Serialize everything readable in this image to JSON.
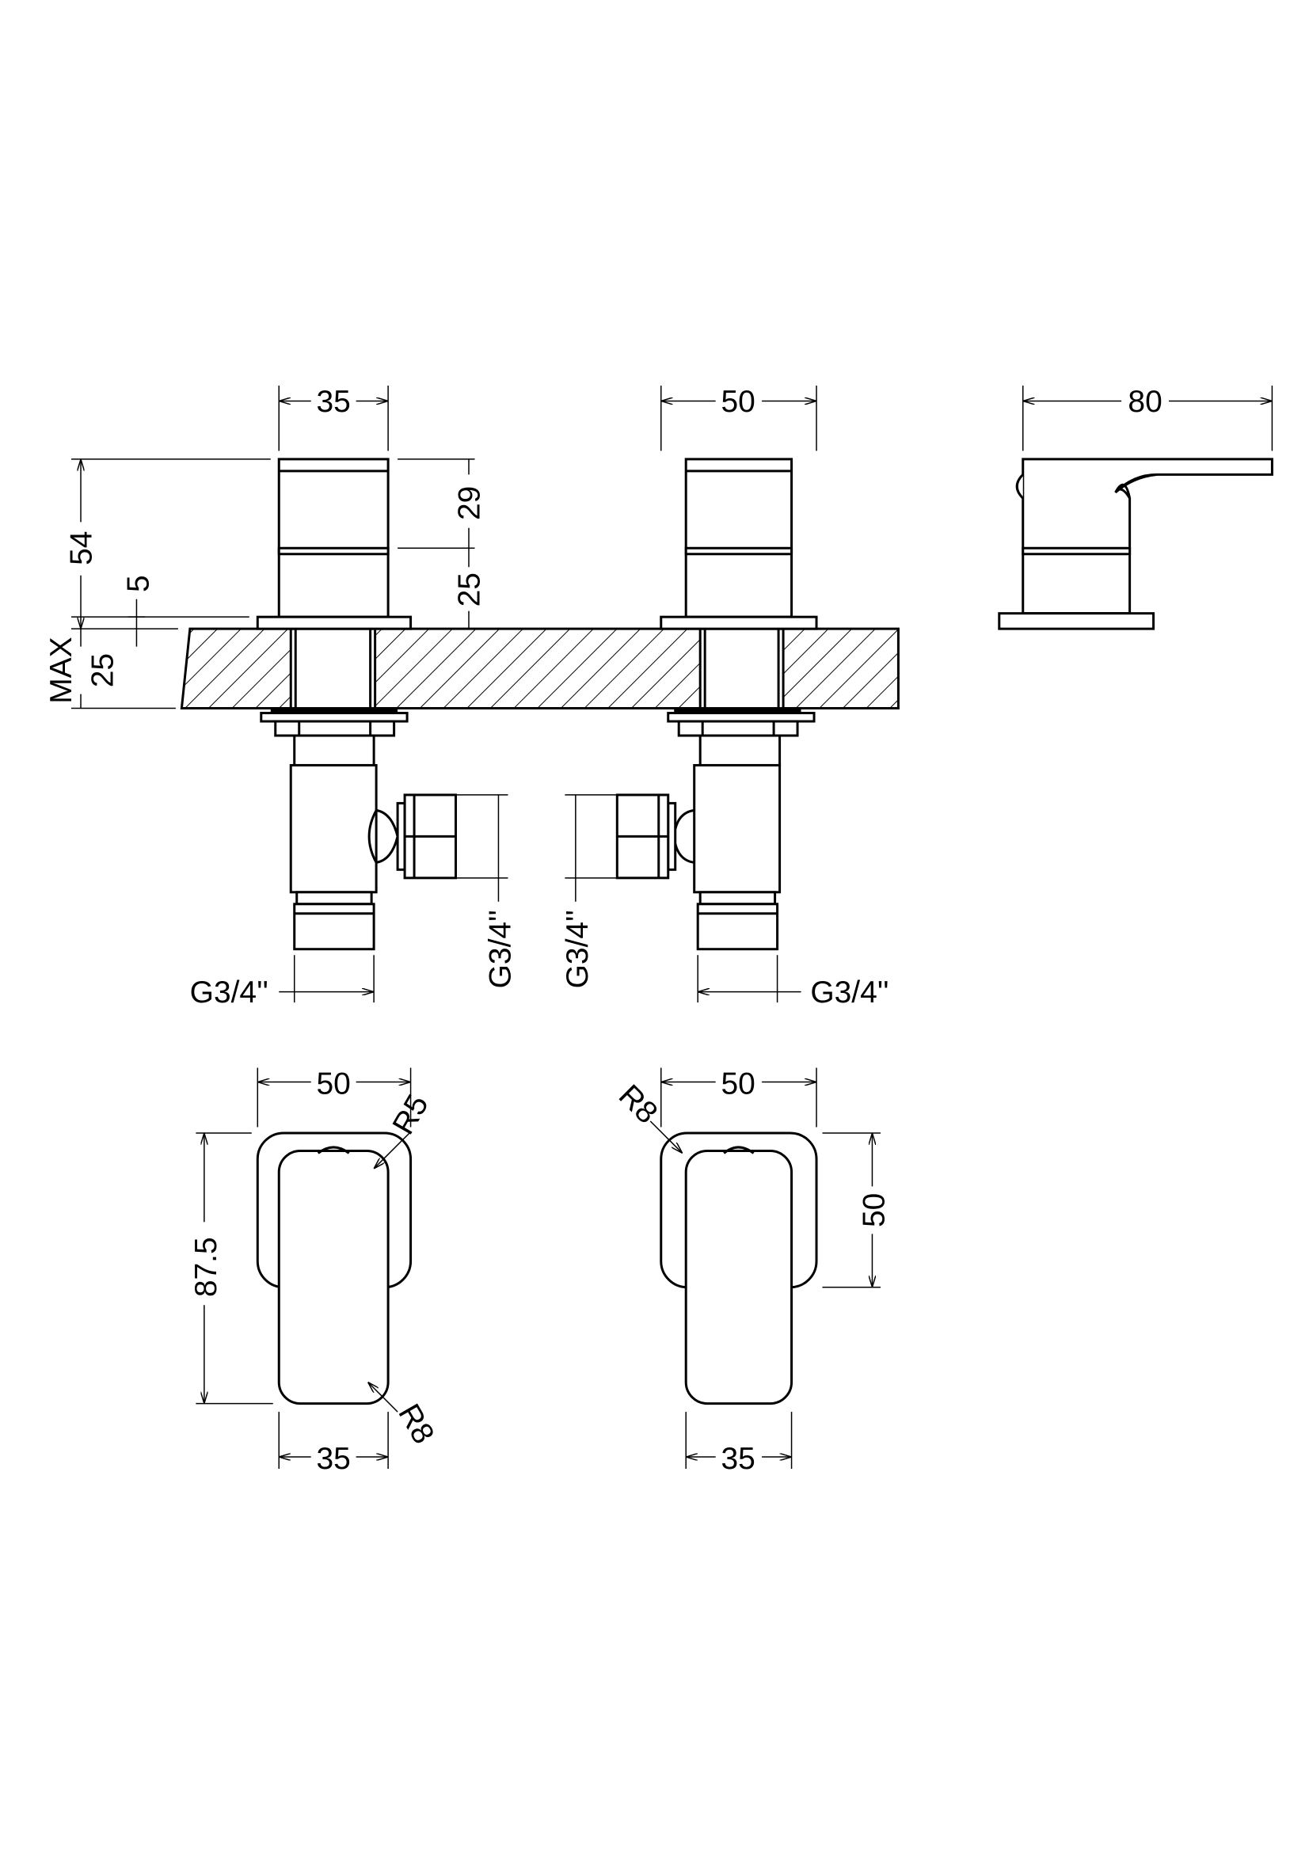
{
  "drawing": {
    "front_view": {
      "left_tap_width": "35",
      "right_tap_width": "50",
      "overall_height": "54",
      "base_height": "5",
      "deck_max_label": "MAX",
      "deck_thickness": "25",
      "handle_height": "29",
      "body_height": "25",
      "outlet_left_bottom": "G3/4''",
      "outlet_left_side": "G3/4''",
      "outlet_right_side": "G3/4''",
      "outlet_right_bottom": "G3/4''"
    },
    "side_view": {
      "length": "80"
    },
    "plan_view_left": {
      "width": "50",
      "length": "87.5",
      "lever_width": "35",
      "radius_top": "R5",
      "radius_bottom": "R8"
    },
    "plan_view_right": {
      "width": "50",
      "depth": "50",
      "lever_width": "35",
      "radius": "R8"
    }
  }
}
